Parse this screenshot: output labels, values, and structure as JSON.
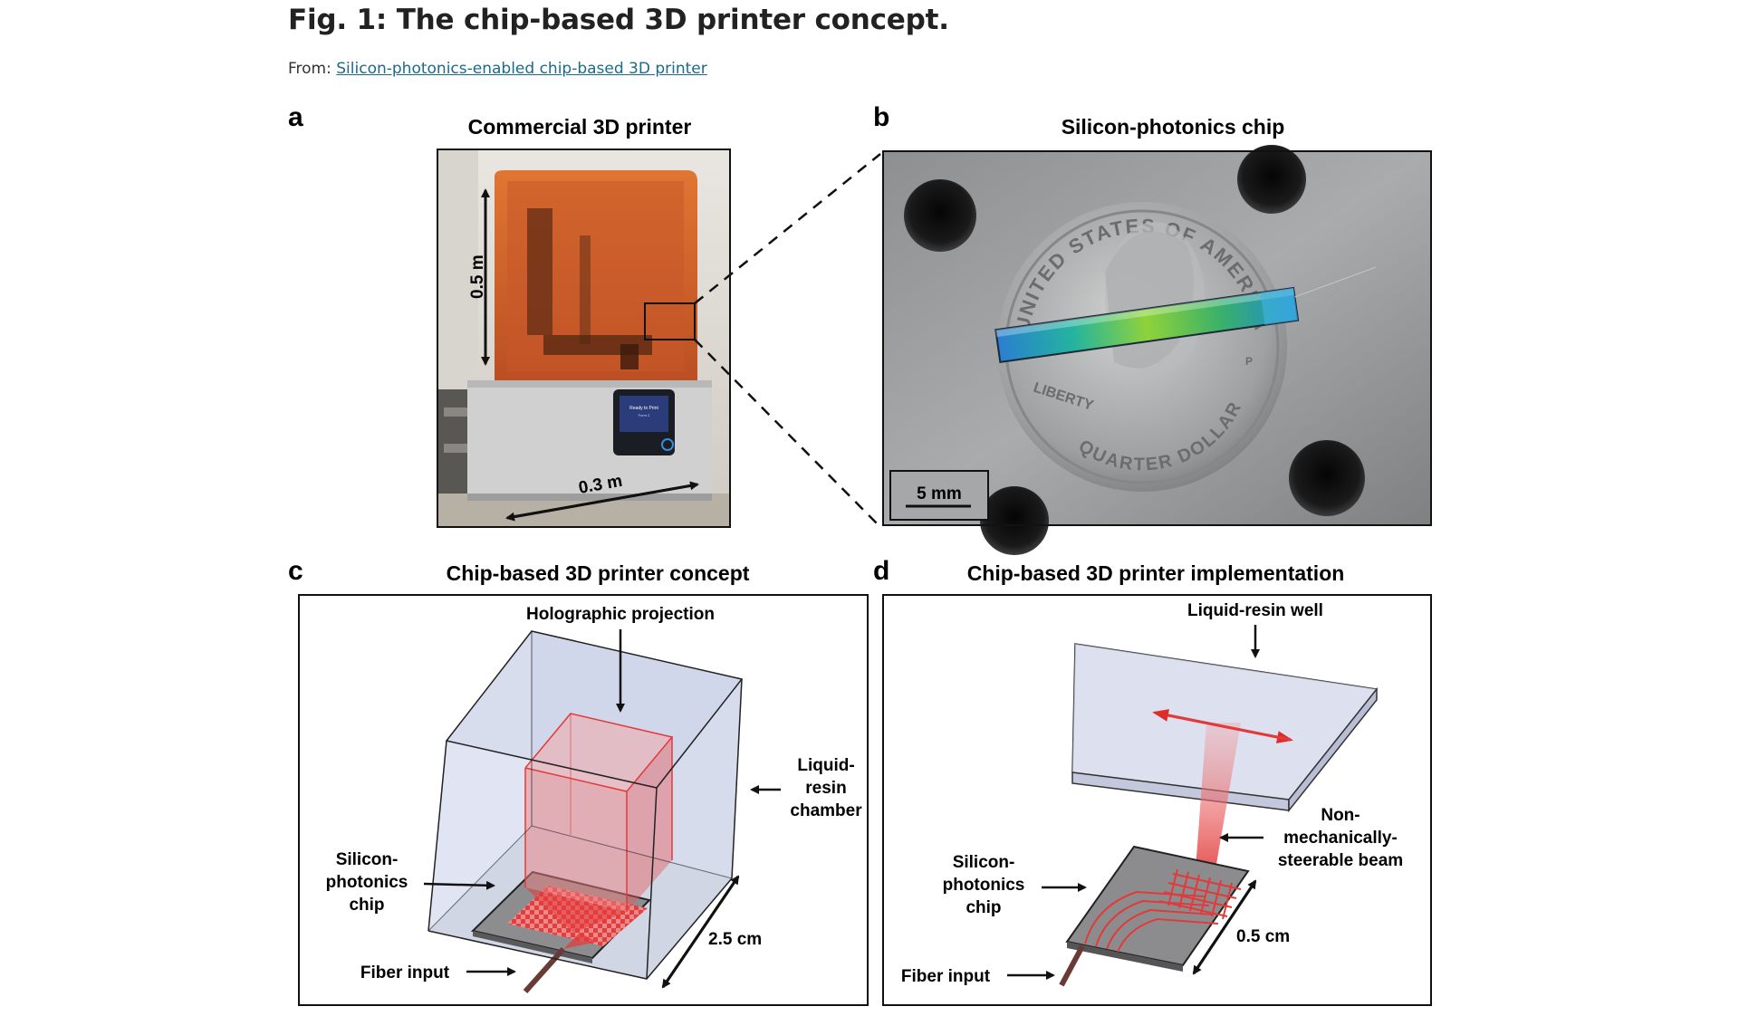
{
  "figure": {
    "title": "Fig. 1: The chip-based 3D printer concept.",
    "from_label": "From:",
    "from_link": "Silicon-photonics-enabled chip-based 3D printer",
    "panel_a": {
      "letter": "a",
      "title": "Commercial 3D printer",
      "height_label": "0.5 m",
      "width_label": "0.3 m",
      "screen_text_1": "Ready to Print",
      "screen_text_2": "Form 2"
    },
    "panel_b": {
      "letter": "b",
      "title": "Silicon-photonics chip",
      "coin_top": "UNITED STATES OF AMERICA",
      "coin_left": "LIBERTY",
      "coin_bottom": "QUARTER DOLLAR",
      "coin_mint": "P",
      "scale_label": "5 mm"
    },
    "panel_c": {
      "letter": "c",
      "title": "Chip-based 3D printer concept",
      "holographic": "Holographic projection",
      "chamber_1": "Liquid-",
      "chamber_2": "resin",
      "chamber_3": "chamber",
      "chip_1": "Silicon-",
      "chip_2": "photonics",
      "chip_3": "chip",
      "fiber": "Fiber input",
      "size": "2.5 cm"
    },
    "panel_d": {
      "letter": "d",
      "title": "Chip-based 3D printer implementation",
      "well": "Liquid-resin well",
      "beam_1": "Non-",
      "beam_2": "mechanically-",
      "beam_3": "steerable beam",
      "chip_1": "Silicon-",
      "chip_2": "photonics",
      "chip_3": "chip",
      "fiber": "Fiber input",
      "size": "0.5 cm"
    }
  }
}
